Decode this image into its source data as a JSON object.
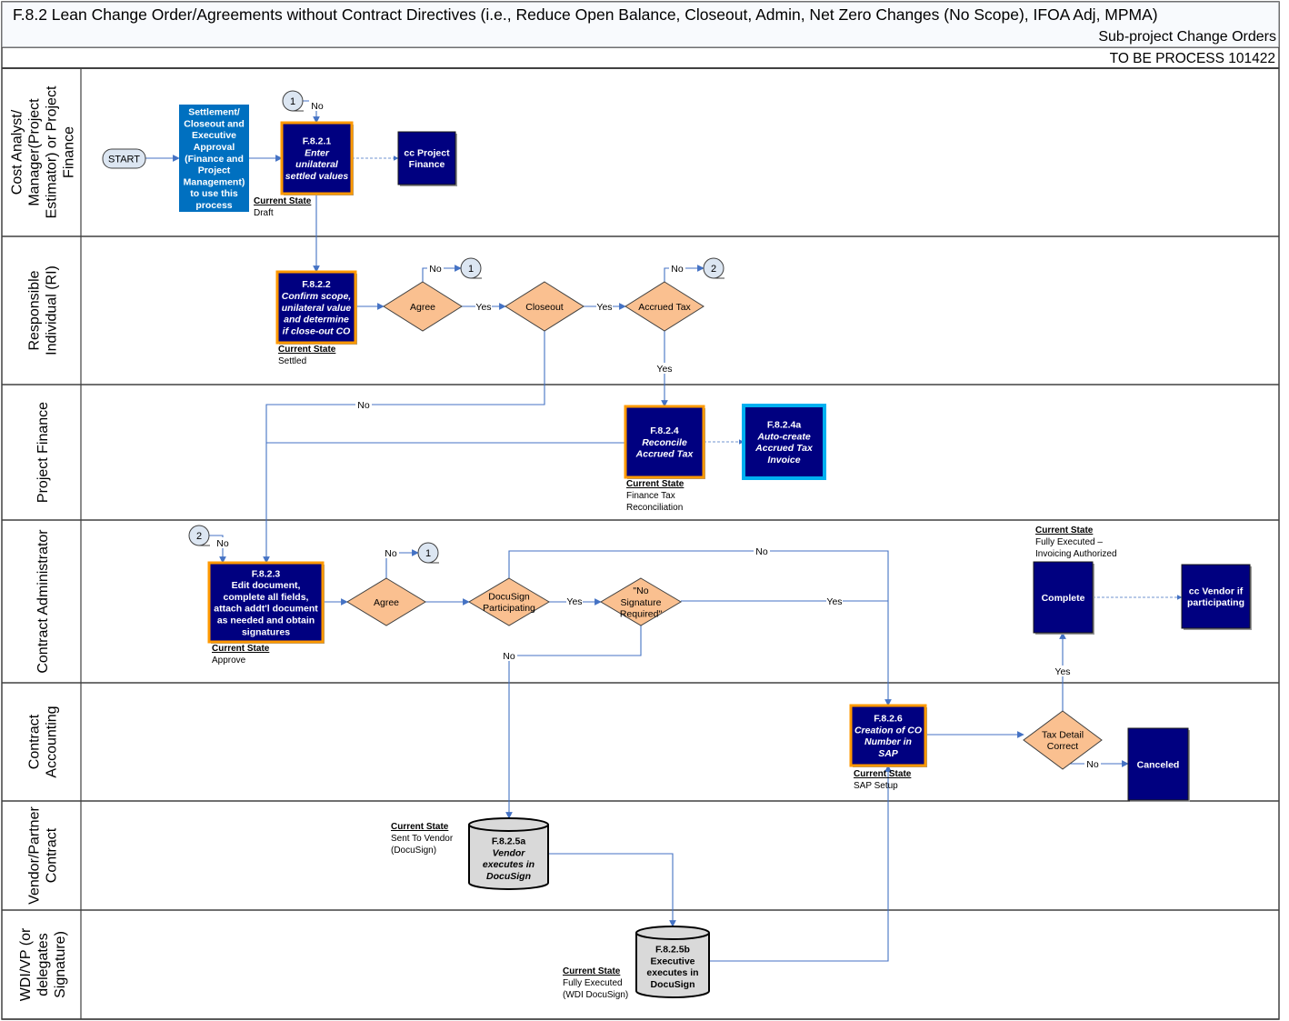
{
  "header": {
    "title": "F.8.2 Lean Change Order/Agreements without Contract Directives (i.e., Reduce Open Balance, Closeout, Admin, Net Zero Changes (No Scope), IFOA Adj, MPMA)",
    "subtitle": "Sub-project Change Orders",
    "process_label": "TO BE PROCESS 101422"
  },
  "lanes": [
    {
      "id": "lane-cost-analyst",
      "lines": [
        "Cost Analyst/",
        "Manager(Project",
        "Estimator) or Project",
        "Finance"
      ]
    },
    {
      "id": "lane-responsible-individual",
      "lines": [
        "Responsible",
        "Individual (RI)"
      ]
    },
    {
      "id": "lane-project-finance",
      "lines": [
        "Project Finance"
      ]
    },
    {
      "id": "lane-contract-administrator",
      "lines": [
        "Contract Administrator"
      ]
    },
    {
      "id": "lane-contract-accounting",
      "lines": [
        "Contract",
        "Accounting"
      ]
    },
    {
      "id": "lane-vendor-partner",
      "lines": [
        "Vendor/Partner",
        "Contract"
      ]
    },
    {
      "id": "lane-wdi-vp",
      "lines": [
        "WDI/VP (or",
        "delegates",
        "Signature)"
      ]
    }
  ],
  "nodes": {
    "start": {
      "type": "terminator",
      "lines": [
        "START"
      ]
    },
    "settlement": {
      "type": "note",
      "lines": [
        "Settlement/",
        "Closeout and",
        "Executive",
        "Approval",
        "(Finance and",
        "Project",
        "Management)",
        "to use this",
        "process"
      ]
    },
    "f821": {
      "type": "task",
      "lines": [
        "F.8.2.1",
        "Enter",
        "unilateral",
        "settled values"
      ],
      "italic_from": 1
    },
    "cc_project_finance": {
      "type": "plain",
      "lines": [
        "cc Project",
        "Finance"
      ]
    },
    "f822": {
      "type": "task",
      "lines": [
        "F.8.2.2",
        "Confirm scope,",
        "unilateral value",
        "and determine",
        "if close-out CO"
      ],
      "italic_from": 1
    },
    "agree1": {
      "type": "decision",
      "lines": [
        "Agree"
      ]
    },
    "closeout": {
      "type": "decision",
      "lines": [
        "Closeout"
      ]
    },
    "accrued_tax": {
      "type": "decision",
      "lines": [
        "Accrued Tax"
      ]
    },
    "f824": {
      "type": "task",
      "lines": [
        "F.8.2.4",
        "Reconcile",
        "Accrued Tax"
      ],
      "italic_from": 1
    },
    "f824a": {
      "type": "auto",
      "lines": [
        "F.8.2.4a",
        "Auto-create",
        "Accrued Tax",
        "Invoice"
      ],
      "italic_from": 1
    },
    "f823": {
      "type": "task",
      "lines": [
        "F.8.2.3",
        "Edit document,",
        "complete all fields,",
        "attach addt'l document",
        "as needed and obtain",
        "signatures"
      ]
    },
    "agree2": {
      "type": "decision",
      "lines": [
        "Agree"
      ]
    },
    "docusign": {
      "type": "decision",
      "lines": [
        "DocuSign",
        "Participating"
      ]
    },
    "no_signature": {
      "type": "decision",
      "lines": [
        "\"No",
        "Signature",
        "Required\""
      ]
    },
    "complete": {
      "type": "plain",
      "lines": [
        "Complete"
      ]
    },
    "cc_vendor": {
      "type": "plain",
      "lines": [
        "cc Vendor if",
        "participating"
      ]
    },
    "f826": {
      "type": "task",
      "lines": [
        "F.8.2.6",
        "Creation of CO",
        "Number in",
        "SAP"
      ],
      "italic_from": 1
    },
    "tax_detail": {
      "type": "decision",
      "lines": [
        "Tax Detail",
        "Correct"
      ]
    },
    "canceled": {
      "type": "plain",
      "lines": [
        "Canceled"
      ]
    },
    "f825a": {
      "type": "cylinder",
      "lines": [
        "F.8.2.5a",
        "Vendor",
        "executes in",
        "DocuSign"
      ],
      "italic_from": 1
    },
    "f825b": {
      "type": "cylinder",
      "lines": [
        "F.8.2.5b",
        "Executive",
        "executes in",
        "DocuSign"
      ]
    }
  },
  "connectors": [
    {
      "id": "conn-1-top",
      "label": "1"
    },
    {
      "id": "conn-1-agree1",
      "label": "1"
    },
    {
      "id": "conn-2-accrued",
      "label": "2"
    },
    {
      "id": "conn-2-ca",
      "label": "2"
    },
    {
      "id": "conn-1-agree2",
      "label": "1"
    }
  ],
  "current_states": [
    {
      "id": "cs-f821",
      "heading": "Current State",
      "lines": [
        "Draft"
      ]
    },
    {
      "id": "cs-f822",
      "heading": "Current State",
      "lines": [
        "Settled"
      ]
    },
    {
      "id": "cs-f824",
      "heading": "Current State",
      "lines": [
        "Finance Tax",
        "Reconciliation"
      ]
    },
    {
      "id": "cs-f823",
      "heading": "Current State",
      "lines": [
        "Approve"
      ]
    },
    {
      "id": "cs-complete",
      "heading": "Current State",
      "lines": [
        "Fully Executed –",
        "Invoicing Authorized"
      ]
    },
    {
      "id": "cs-f826",
      "heading": "Current State",
      "lines": [
        "SAP Setup"
      ]
    },
    {
      "id": "cs-f825a",
      "heading": "Current State",
      "lines": [
        "Sent To Vendor",
        "(DocuSign)"
      ]
    },
    {
      "id": "cs-f825b",
      "heading": "Current State",
      "lines": [
        "Fully Executed",
        "(WDI DocuSign)"
      ]
    }
  ],
  "edge_labels": {
    "no": "No",
    "yes": "Yes"
  },
  "colors": {
    "task_fill": "#000080",
    "task_border": "#FF9900",
    "note_fill": "#0070C0",
    "auto_border": "#00B0F0",
    "decision_fill": "#FAC090",
    "cylinder_fill": "#D9D9D9",
    "connector_fill": "#DCE6F2",
    "edge": "#4472C4"
  }
}
